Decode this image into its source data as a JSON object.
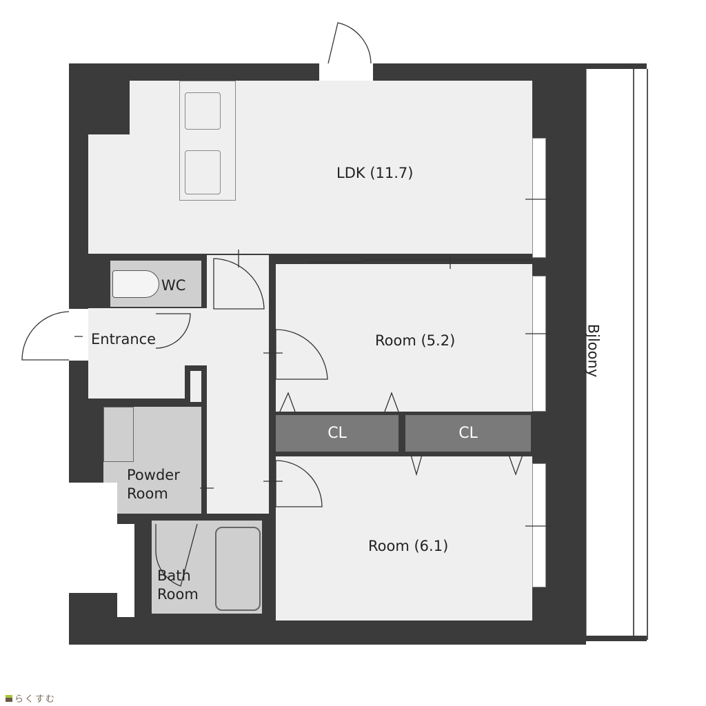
{
  "rooms": {
    "ldk": "LDK (11.7)",
    "wc": "WC",
    "entrance": "Entrance",
    "powder_line1": "Powder",
    "powder_line2": "Room",
    "bath_line1": "Bath",
    "bath_line2": "Room",
    "room1": "Room (5.2)",
    "room2": "Room (6.1)",
    "closet1": "CL",
    "closet2": "CL",
    "balcony": "Bjloony"
  },
  "watermark": "らくすむ",
  "colors": {
    "wall": "#3b3b3b",
    "floor": "#efefef",
    "wet": "#cfcfcf",
    "closet": "#7a7a7a"
  }
}
